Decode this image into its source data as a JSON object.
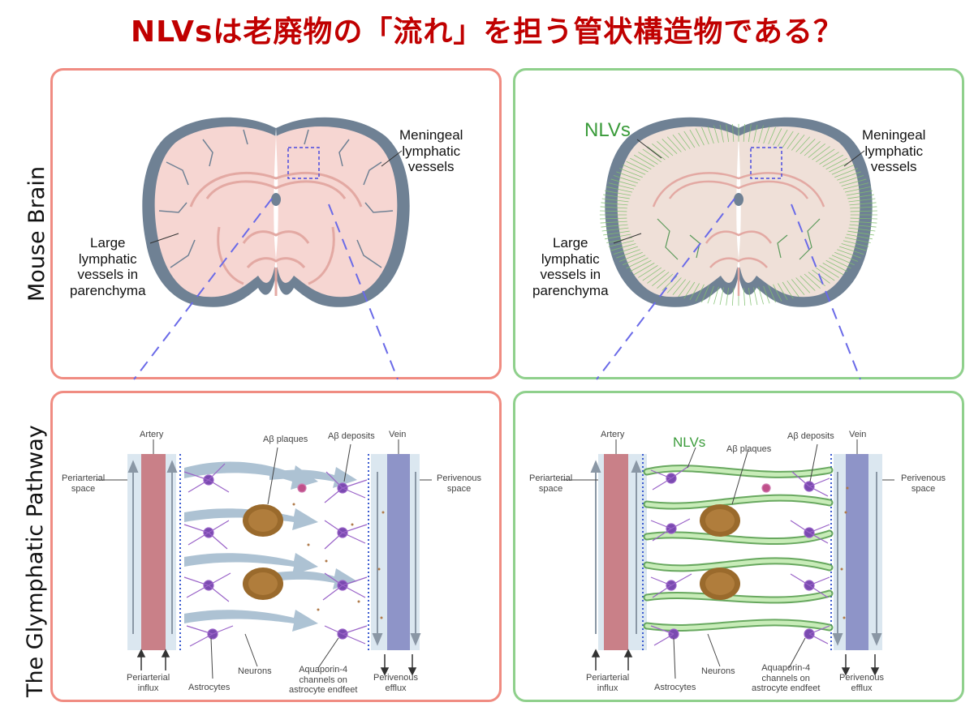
{
  "title": "NLVsは老廃物の「流れ」を担う管状構造物である？",
  "row_labels": {
    "top": "Mouse Brain",
    "bottom": "The Glymphatic Pathway"
  },
  "brain_left": {
    "meningeal": [
      "Meningeal",
      "lymphatic",
      "vessels"
    ],
    "large": [
      "Large",
      "lymphatic",
      "vessels in",
      "parenchyma"
    ]
  },
  "brain_right": {
    "nlvs": "NLVs",
    "meningeal": [
      "Meningeal",
      "lymphatic",
      "vessels"
    ],
    "large": [
      "Large",
      "lymphatic",
      "vessels in",
      "parenchyma"
    ]
  },
  "glymphatic_left": {
    "artery": "Artery",
    "abeta_plaques": "Aβ plaques",
    "abeta_deposits": "Aβ deposits",
    "vein": "Vein",
    "periarterial_space": [
      "Periarterial",
      "space"
    ],
    "perivenous_space": [
      "Perivenous",
      "space"
    ],
    "periarterial_influx": [
      "Periarterial",
      "influx"
    ],
    "astrocytes": "Astrocytes",
    "neurons": "Neurons",
    "aquaporin": [
      "Aquaporin-4",
      "channels on",
      "astrocyte endfeet"
    ],
    "perivenous_efflux": [
      "Perivenous",
      "efflux"
    ]
  },
  "glymphatic_right": {
    "nlvs": "NLVs",
    "artery": "Artery",
    "abeta_plaques": "Aβ plaques",
    "abeta_deposits": "Aβ deposits",
    "vein": "Vein",
    "periarterial_space": [
      "Periarterial",
      "space"
    ],
    "perivenous_space": [
      "Perivenous",
      "space"
    ],
    "periarterial_influx": [
      "Periarterial",
      "influx"
    ],
    "astrocytes": "Astrocytes",
    "neurons": "Neurons",
    "aquaporin": [
      "Aquaporin-4",
      "channels on",
      "astrocyte endfeet"
    ],
    "perivenous_efflux": [
      "Perivenous",
      "efflux"
    ]
  },
  "colors": {
    "title": "#c00000",
    "left_border": "#f08c82",
    "right_border": "#8fd08c",
    "brain_fill": "#f6d6d2",
    "meninges": "#6f8194",
    "nlv_green": "#3a9b3a",
    "artery": "#c98088",
    "vein": "#8e94c8",
    "astrocyte": "#9a63c8",
    "plaque": "#9a6a2c",
    "flow_arrow": "#9fb8cc",
    "nlv_tube": "#bfe6b0"
  }
}
